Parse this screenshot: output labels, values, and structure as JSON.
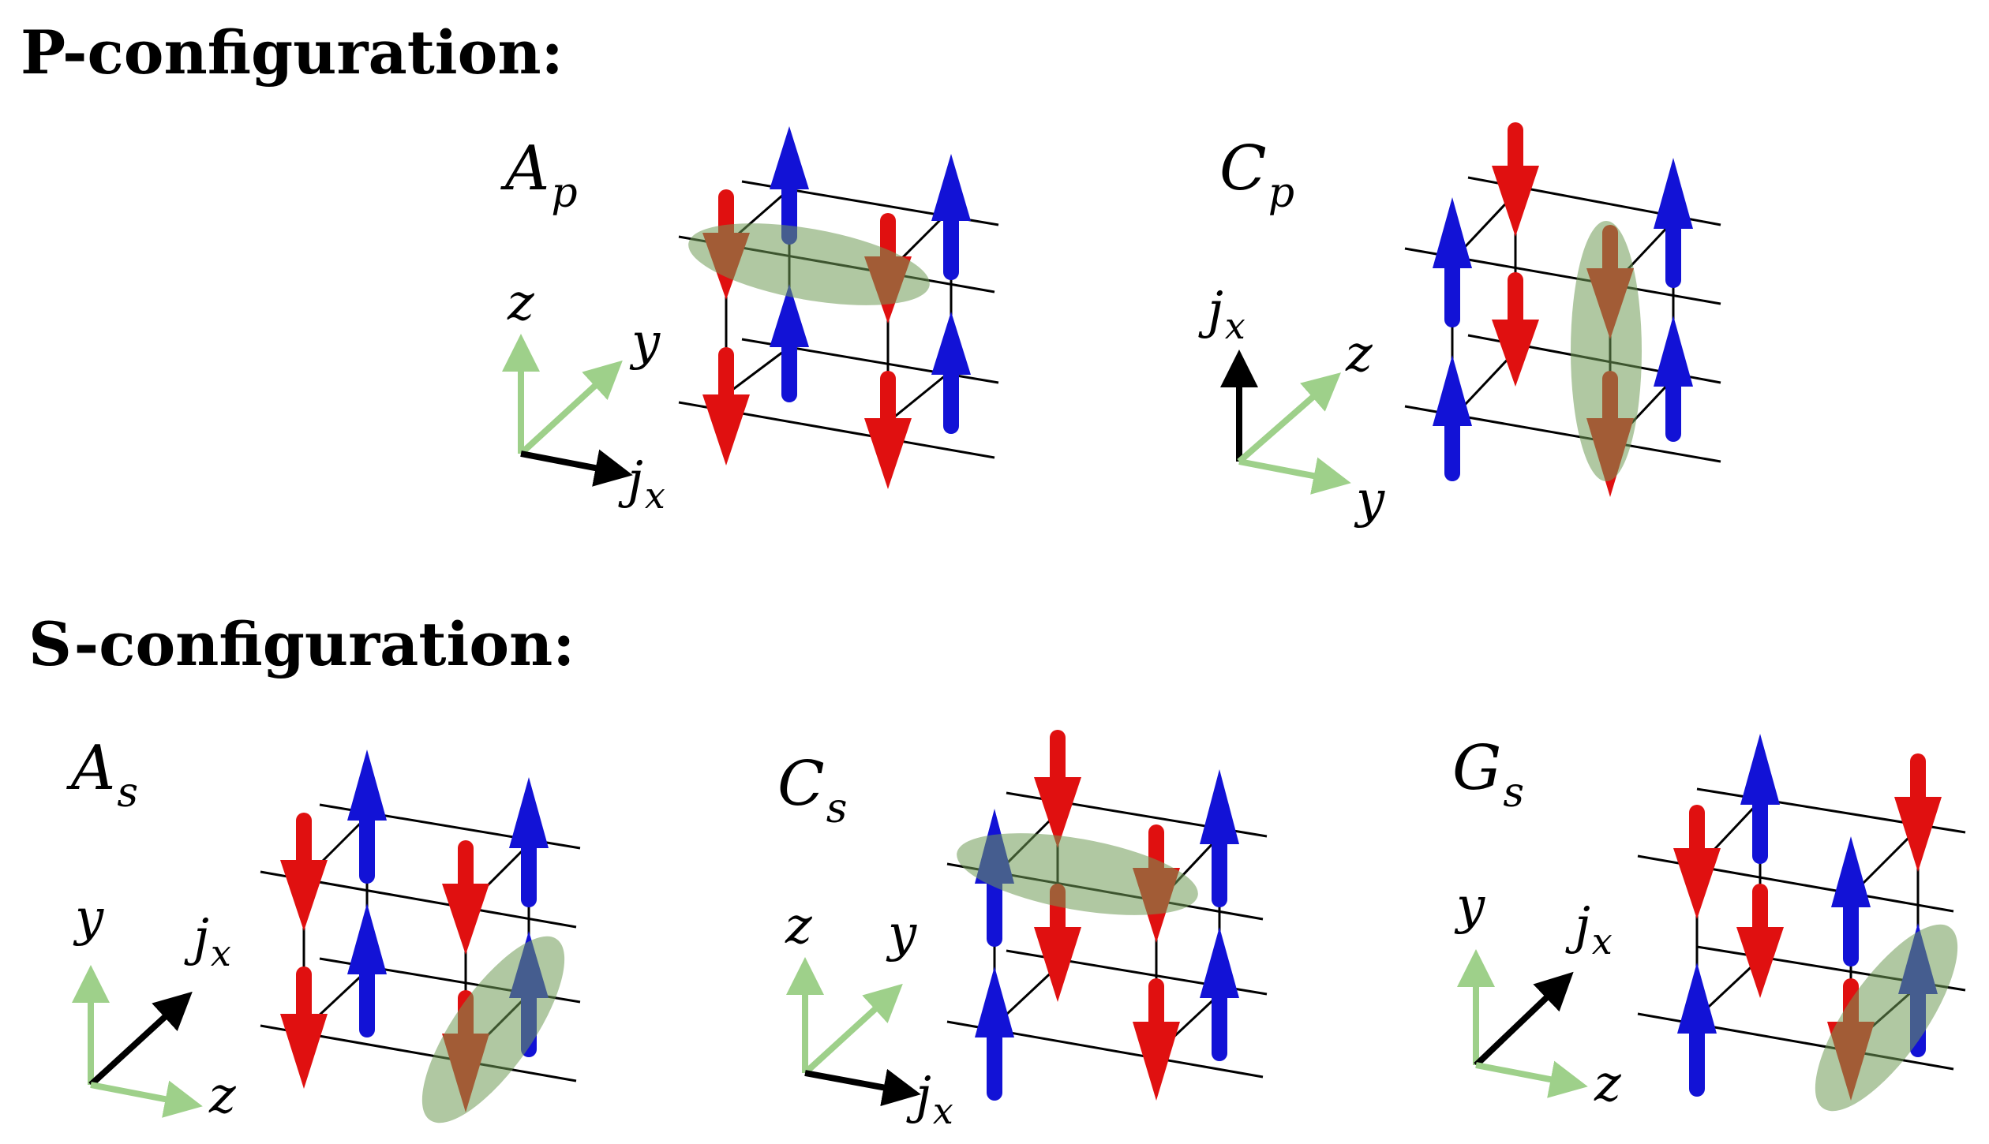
{
  "titles": {
    "p_configuration": "P-configuration:",
    "s_configuration": "S-configuration:"
  },
  "colors": {
    "spin_up": "#1212d6",
    "spin_down": "#e01010",
    "highlight": "#6f9a55",
    "axis_light": "#9ed08a",
    "axis_dark": "#000000",
    "lattice": "#000000"
  },
  "panels": [
    {
      "id": "Ap",
      "label_main": "A",
      "label_sub": "p",
      "axes": [
        {
          "label_main": "z",
          "label_sub": "",
          "current": false
        },
        {
          "label_main": "y",
          "label_sub": "",
          "current": false
        },
        {
          "label_main": "j",
          "label_sub": "x",
          "current": true
        }
      ]
    },
    {
      "id": "Cp",
      "label_main": "C",
      "label_sub": "p",
      "axes": [
        {
          "label_main": "j",
          "label_sub": "x",
          "current": true
        },
        {
          "label_main": "z",
          "label_sub": "",
          "current": false
        },
        {
          "label_main": "y",
          "label_sub": "",
          "current": false
        }
      ]
    },
    {
      "id": "As",
      "label_main": "A",
      "label_sub": "s",
      "axes": [
        {
          "label_main": "y",
          "label_sub": "",
          "current": false
        },
        {
          "label_main": "j",
          "label_sub": "x",
          "current": true
        },
        {
          "label_main": "z",
          "label_sub": "",
          "current": false
        }
      ]
    },
    {
      "id": "Cs",
      "label_main": "C",
      "label_sub": "s",
      "axes": [
        {
          "label_main": "z",
          "label_sub": "",
          "current": false
        },
        {
          "label_main": "y",
          "label_sub": "",
          "current": false
        },
        {
          "label_main": "j",
          "label_sub": "x",
          "current": true
        }
      ]
    },
    {
      "id": "Gs",
      "label_main": "G",
      "label_sub": "s",
      "axes": [
        {
          "label_main": "y",
          "label_sub": "",
          "current": false
        },
        {
          "label_main": "j",
          "label_sub": "x",
          "current": true
        },
        {
          "label_main": "z",
          "label_sub": "",
          "current": false
        }
      ]
    }
  ]
}
